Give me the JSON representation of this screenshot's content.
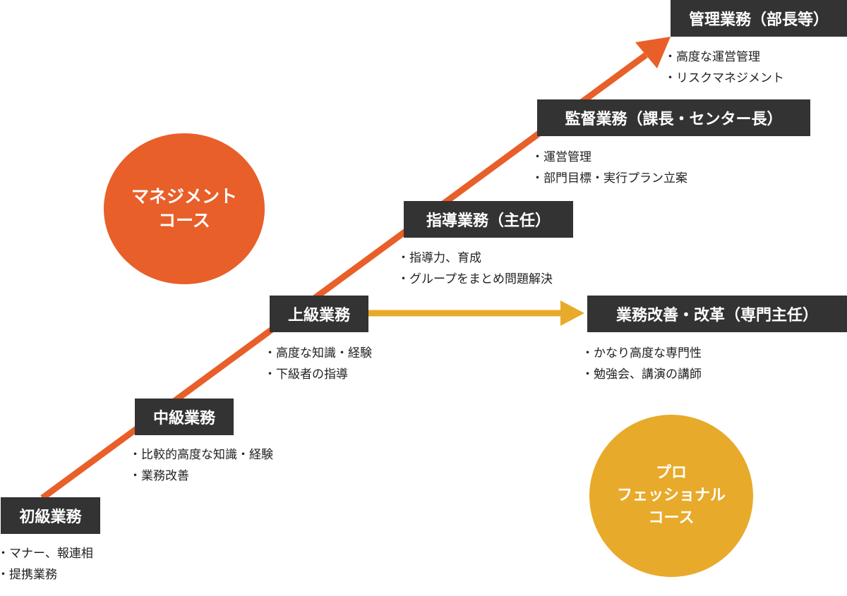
{
  "colors": {
    "management": "#E85F29",
    "professional": "#E8AA2A",
    "box_bg": "#333333",
    "box_text": "#FFFFFF",
    "bullet_text": "#222222"
  },
  "courses": {
    "management": {
      "lines": [
        "マネジメント",
        "コース"
      ]
    },
    "professional": {
      "lines": [
        "プロ",
        "フェッショナル",
        "コース"
      ]
    }
  },
  "stages": [
    {
      "id": "beginner",
      "title": "初級業務",
      "bullets": [
        "マナー、報連相",
        "提携業務"
      ]
    },
    {
      "id": "intermediate",
      "title": "中級業務",
      "bullets": [
        "比較的高度な知識・経験",
        "業務改善"
      ]
    },
    {
      "id": "advanced",
      "title": "上級業務",
      "bullets": [
        "高度な知識・経験",
        "下級者の指導"
      ]
    },
    {
      "id": "leader",
      "title": "指導業務（主任）",
      "bullets": [
        "指導力、育成",
        "グループをまとめ問題解決"
      ]
    },
    {
      "id": "supervisor",
      "title": "監督業務（課長・センター長）",
      "bullets": [
        "運営管理",
        "部門目標・実行プラン立案"
      ]
    },
    {
      "id": "manager",
      "title": "管理業務（部長等）",
      "bullets": [
        "高度な運営管理",
        "リスクマネジメント"
      ]
    },
    {
      "id": "specialist",
      "title": "業務改善・改革（専門主任）",
      "bullets": [
        "かなり高度な専門性",
        "勉強会、講演の講師"
      ]
    }
  ]
}
